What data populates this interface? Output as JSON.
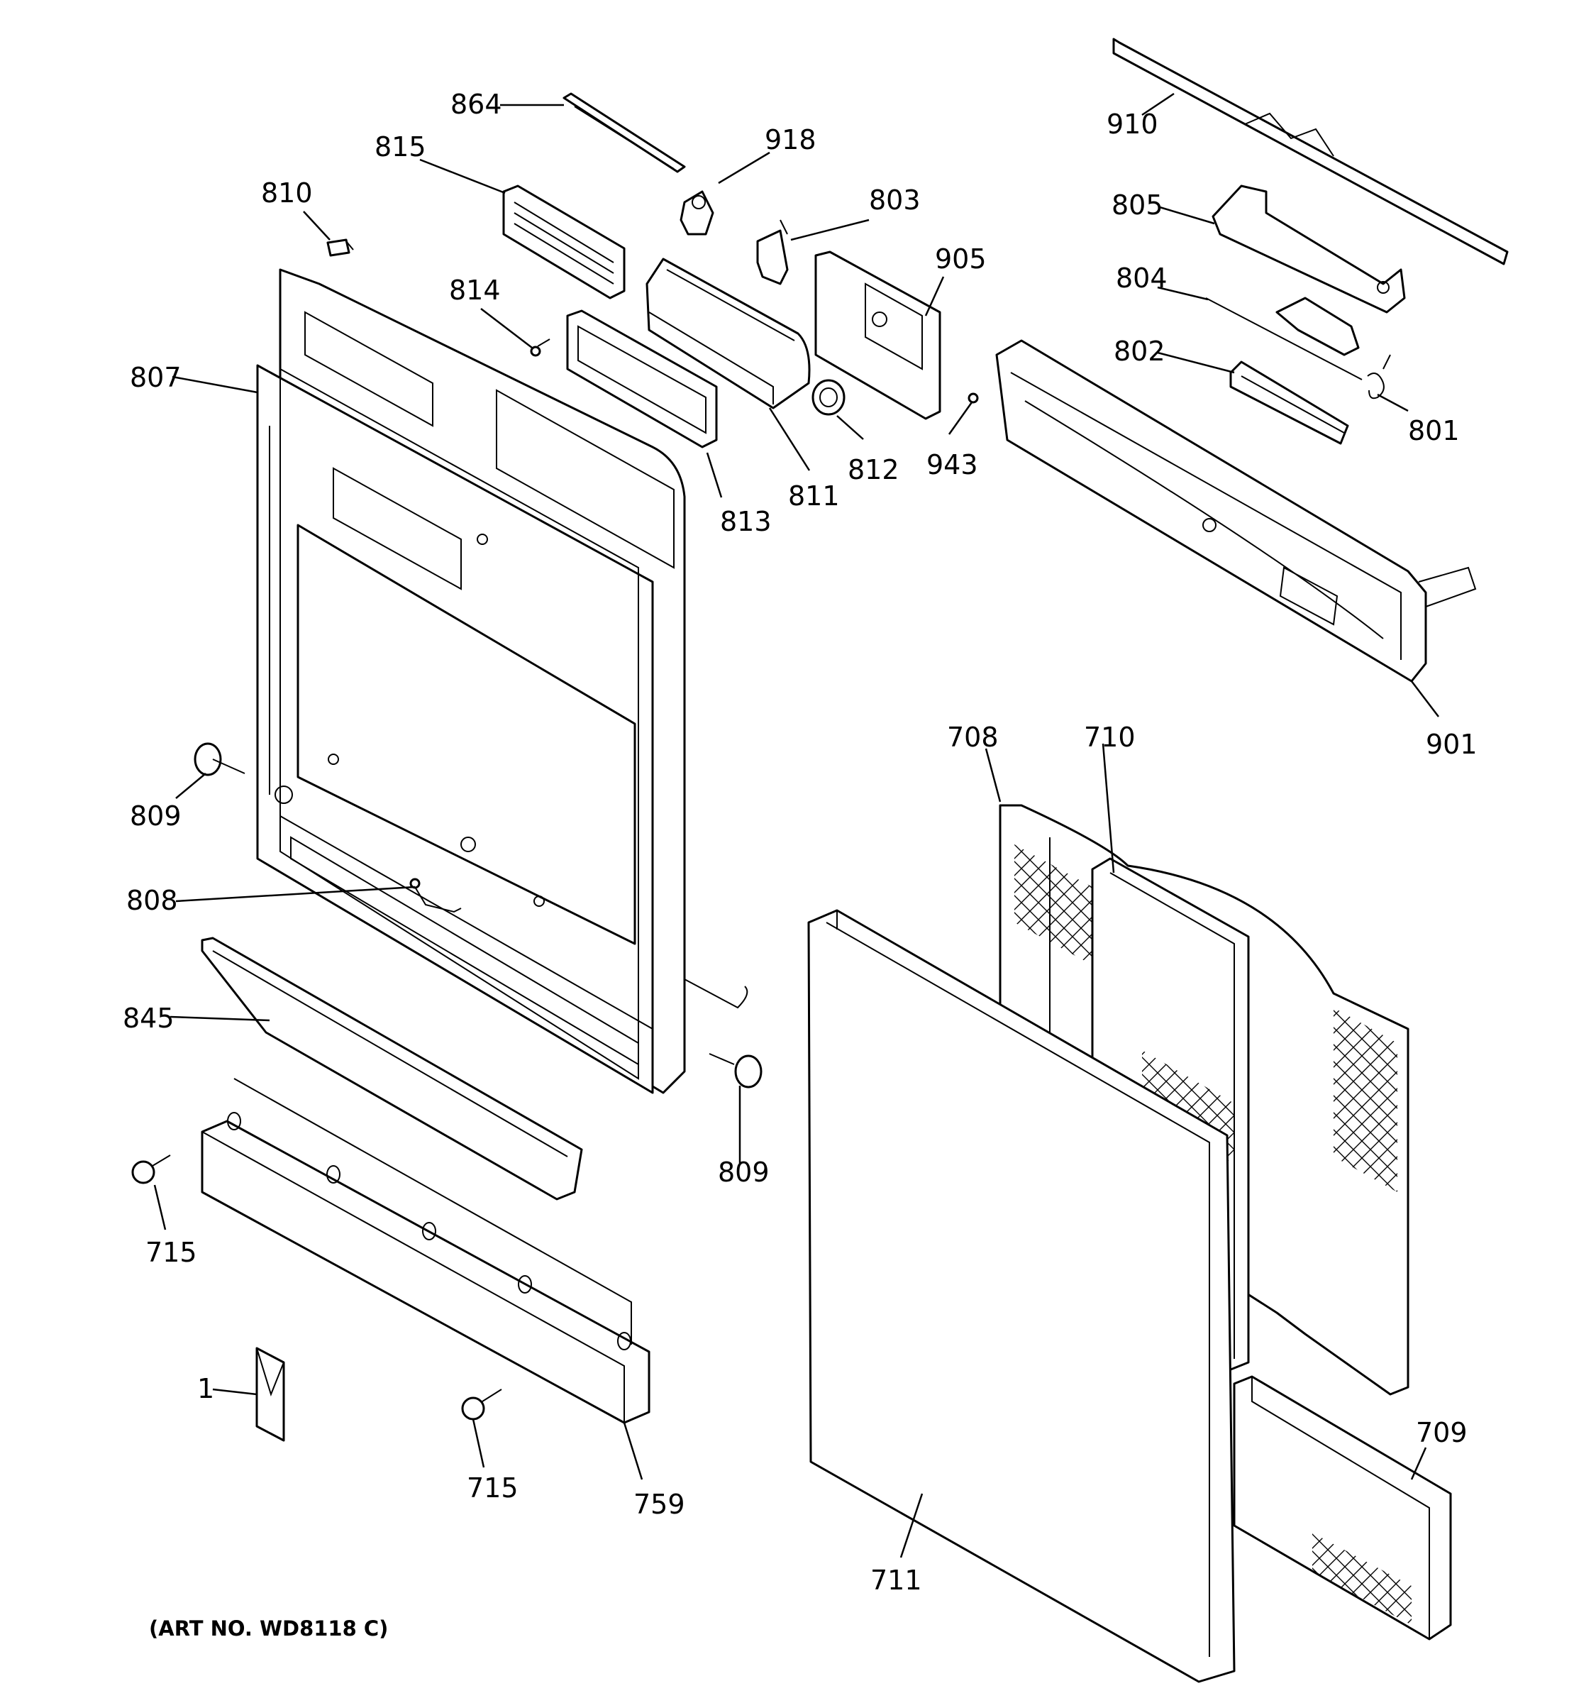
{
  "labels": {
    "p864": "864",
    "p918": "918",
    "p815": "815",
    "p810": "810",
    "p803": "803",
    "p905": "905",
    "p814": "814",
    "p807": "807",
    "p813": "813",
    "p811": "811",
    "p812": "812",
    "p943": "943",
    "p910": "910",
    "p805": "805",
    "p804": "804",
    "p802": "802",
    "p801": "801",
    "p901": "901",
    "p809a": "809",
    "p809b": "809",
    "p808": "808",
    "p845": "845",
    "p715a": "715",
    "p715b": "715",
    "p1": "1",
    "p759": "759",
    "p708": "708",
    "p710": "710",
    "p709": "709",
    "p711": "711"
  },
  "caption": "(ART NO. WD8118 C)"
}
